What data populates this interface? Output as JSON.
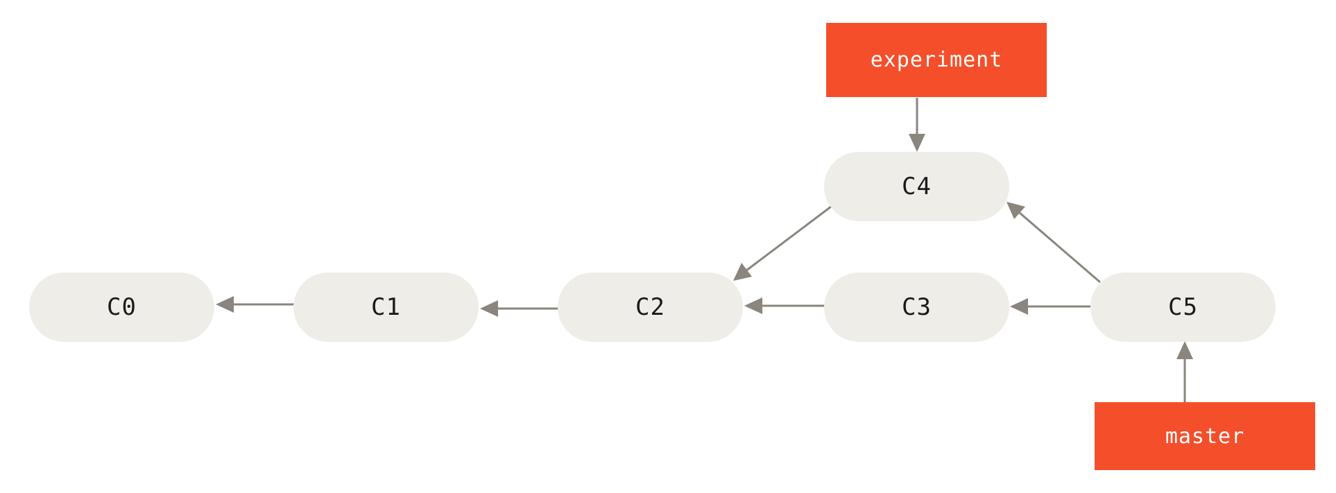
{
  "commits": {
    "c0": {
      "label": "C0"
    },
    "c1": {
      "label": "C1"
    },
    "c2": {
      "label": "C2"
    },
    "c3": {
      "label": "C3"
    },
    "c4": {
      "label": "C4"
    },
    "c5": {
      "label": "C5"
    }
  },
  "branches": {
    "experiment": {
      "label": "experiment",
      "points_to": "C4"
    },
    "master": {
      "label": "master",
      "points_to": "C5"
    }
  },
  "edges": [
    {
      "from": "C1",
      "to": "C0"
    },
    {
      "from": "C2",
      "to": "C1"
    },
    {
      "from": "C3",
      "to": "C2"
    },
    {
      "from": "C4",
      "to": "C2"
    },
    {
      "from": "C5",
      "to": "C3"
    },
    {
      "from": "C5",
      "to": "C4"
    }
  ],
  "colors": {
    "branch_fill": "#f44f2a",
    "commit_fill": "#eeede7",
    "arrow": "#8a857d",
    "branch_text": "#ffffff",
    "commit_text": "#1a1a1a"
  }
}
